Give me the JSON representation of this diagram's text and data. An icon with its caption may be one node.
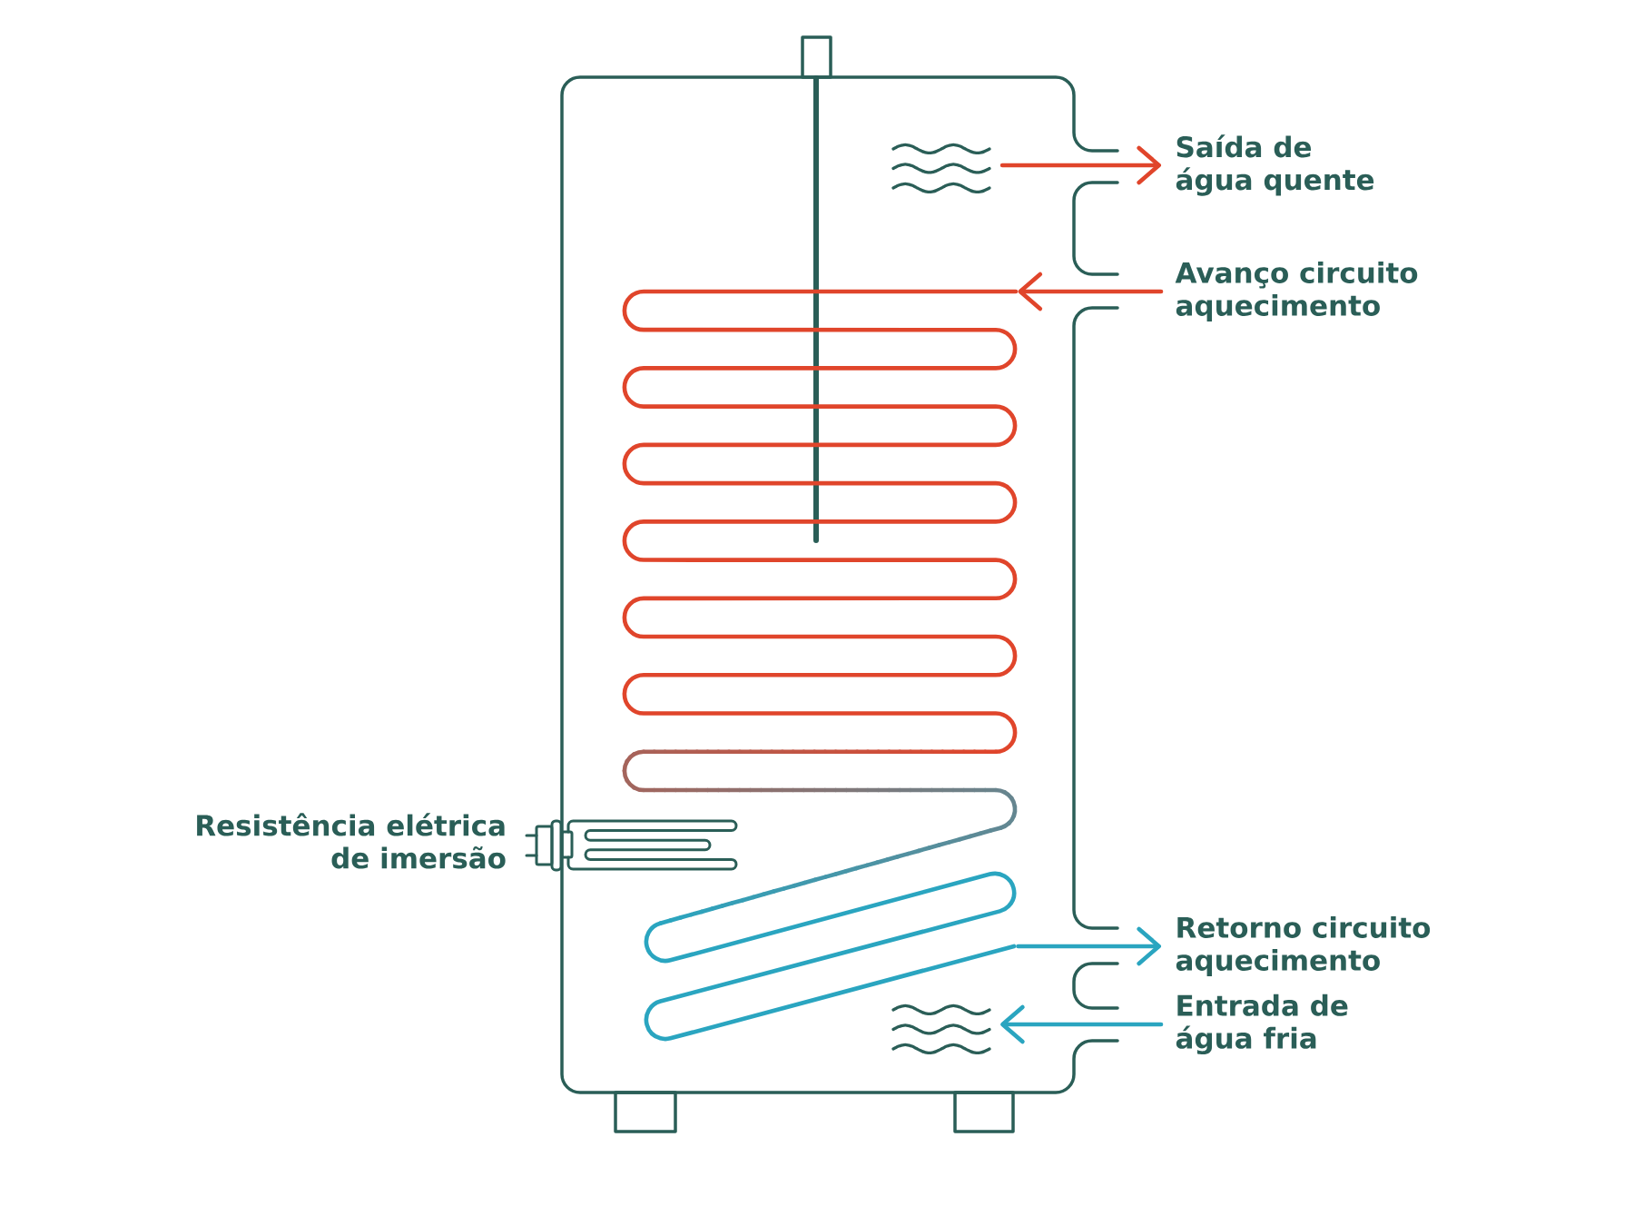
{
  "diagram": {
    "nodes": [
      {
        "text": [],
        "shape": "waves"
      },
      {
        "text": [
          "Saída de água quente"
        ]
      },
      {
        "text": [
          "Avanço circuito aquecimento"
        ]
      },
      {
        "text": [],
        "shape": "coil"
      },
      {
        "text": [
          "Retorno circuito aquecimento"
        ]
      },
      {
        "text": [],
        "shape": "waves"
      },
      {
        "text": [
          "Entrada de água fria"
        ]
      }
    ],
    "edges": [
      {
        "from": 0,
        "to": 1,
        "arrow": "to",
        "color": "#e0452b"
      },
      {
        "from": 2,
        "to": 3,
        "arrow": "to",
        "color": "#e0452b"
      },
      {
        "from": 3,
        "to": 4,
        "arrow": "to",
        "color": "#2aa5c0"
      },
      {
        "from": 6,
        "to": 5,
        "arrow": "to",
        "color": "#2aa5c0"
      }
    ],
    "labels": [
      "Resistência elétrica de imersão"
    ]
  }
}
